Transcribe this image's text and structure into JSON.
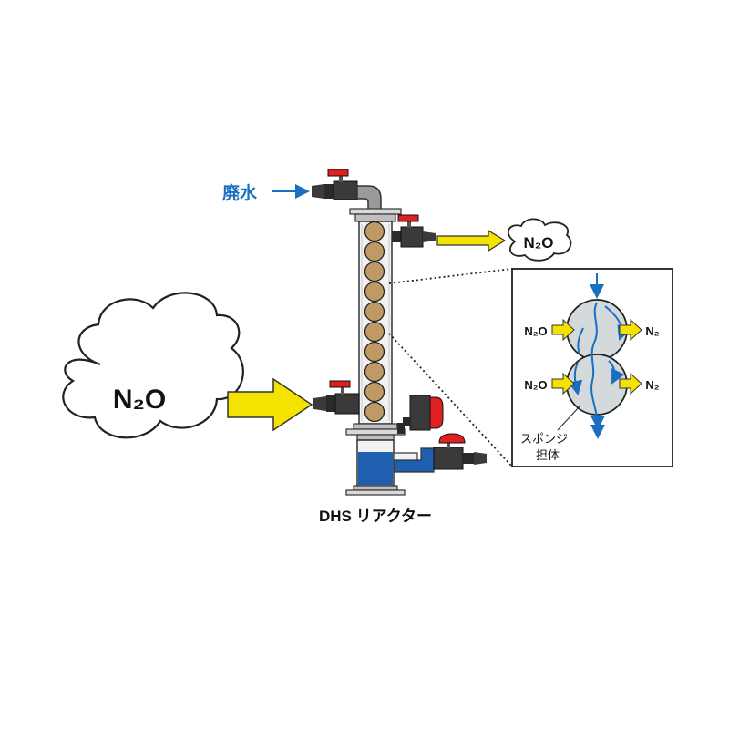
{
  "labels": {
    "wastewater": "廃水",
    "n2o_out": "N₂O",
    "n2o_in": "N₂O",
    "reactor_title": "DHS リアクター"
  },
  "inset": {
    "input_label": "N₂O",
    "output_label": "N₂",
    "carrier_label_line1": "スポンジ",
    "carrier_label_line2": "担体"
  },
  "colors": {
    "blue_arrow": "#1a6fc0",
    "yellow_arrow": "#f4e300",
    "sponge": "#c09a64",
    "water": "#1f5fb0",
    "valve_red": "#e02020",
    "pipe_gray": "#8a8a8a"
  }
}
